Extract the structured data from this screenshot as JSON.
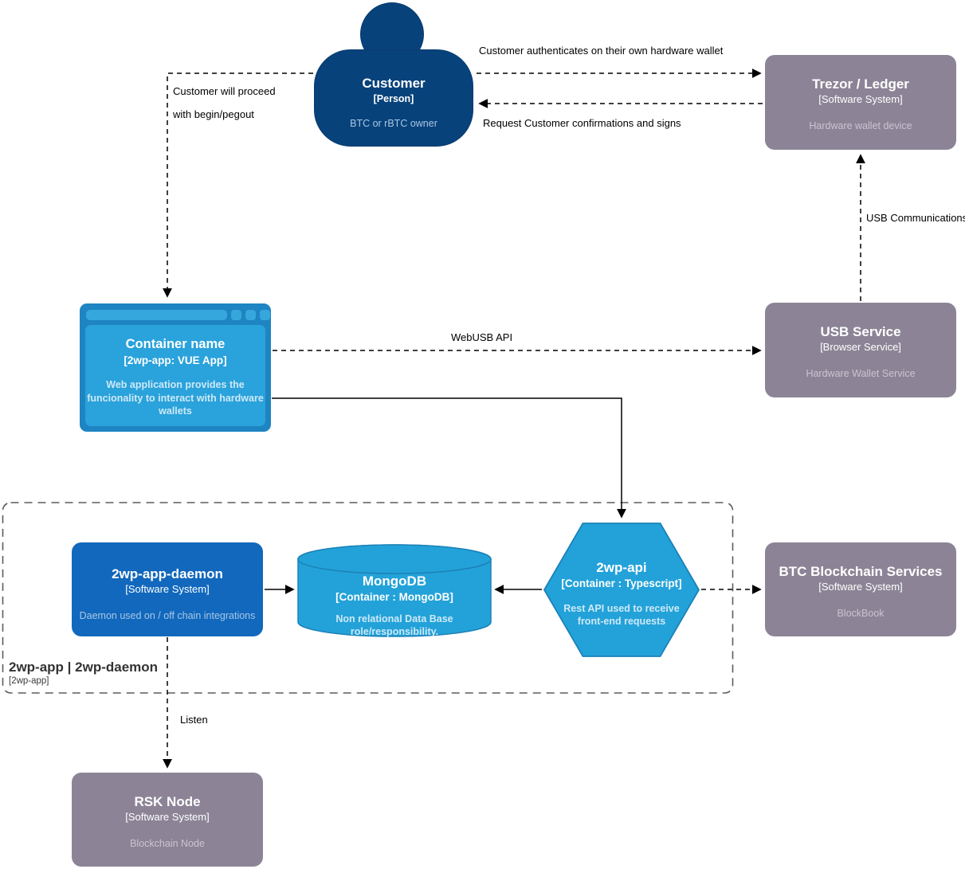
{
  "colors": {
    "person_fill": "#08427B",
    "person_stroke": "#073B6F",
    "system_blue_fill": "#1168BD",
    "light_blue_fill": "#23A2D9",
    "light_blue_stroke": "#1B82B8",
    "browser_frame": "#1E84C2",
    "browser_bar": "#36A7DD",
    "browser_panel": "#2AA2DB",
    "external_gray_fill": "#8C8496",
    "desc_on_gray": "#C9C4D1",
    "desc_on_blue": "#A9C7E3",
    "desc_on_light_blue": "#CDE9F7",
    "edge_color": "#000000",
    "boundary_color": "#5C5C5C"
  },
  "nodes": {
    "customer": {
      "title": "Customer",
      "subtitle": "[Person]",
      "description": "BTC or rBTC owner"
    },
    "trezor": {
      "title": "Trezor / Ledger",
      "subtitle": "[Software System]",
      "description": "Hardware wallet device"
    },
    "webapp": {
      "title": "Container name",
      "subtitle": "[2wp-app: VUE App]",
      "description": "Web application provides the funcionality to interact with hardware wallets"
    },
    "usb_service": {
      "title": "USB Service",
      "subtitle": "[Browser Service]",
      "description": "Hardware Wallet Service"
    },
    "daemon": {
      "title": "2wp-app-daemon",
      "subtitle": "[Software System]",
      "description": "Daemon used on / off chain integrations"
    },
    "mongodb": {
      "title": "MongoDB",
      "subtitle": "[Container : MongoDB]",
      "description": "Non relational Data Base role/responsibility."
    },
    "api": {
      "title": "2wp-api",
      "subtitle": "[Container : Typescript]",
      "description": "Rest API used to receive front-end requests"
    },
    "btc": {
      "title": "BTC Blockchain Services",
      "subtitle": "[Software System]",
      "description": "BlockBook"
    },
    "rsk": {
      "title": "RSK Node",
      "subtitle": "[Software System]",
      "description": "Blockchain Node"
    }
  },
  "boundary": {
    "title": "2wp-app | 2wp-daemon",
    "subtitle": "[2wp-app]"
  },
  "edges": {
    "auth": {
      "label": "Customer authenticates on their own hardware wallet"
    },
    "confirm": {
      "label": "Request Customer confirmations and signs"
    },
    "proceed": {
      "line1": "Customer will proceed",
      "line2": "with begin/pegout"
    },
    "webusb": {
      "label": "WebUSB API"
    },
    "usb_comm": {
      "label": "USB Communications"
    },
    "listen": {
      "label": "Listen"
    }
  }
}
